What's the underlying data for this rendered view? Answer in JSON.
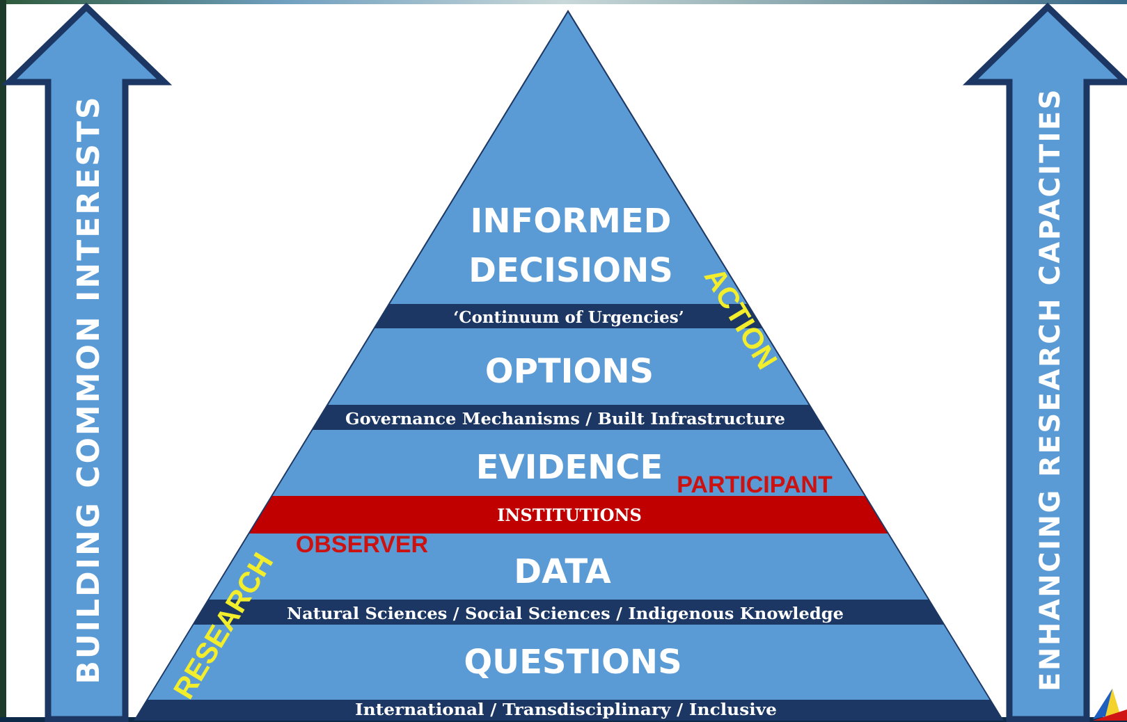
{
  "pyramid": {
    "levels": [
      {
        "title_lines": [
          "INFORMED",
          "DECISIONS"
        ],
        "band": "‘Continuum of Urgencies’"
      },
      {
        "title_lines": [
          "OPTIONS"
        ],
        "band": "Governance Mechanisms  /  Built Infrastructure"
      },
      {
        "title_lines": [
          "EVIDENCE"
        ],
        "band": "INSTITUTIONS"
      },
      {
        "title_lines": [
          "DATA"
        ],
        "band": "Natural Sciences   /  Social Sciences  /  Indigenous Knowledge"
      },
      {
        "title_lines": [
          "QUESTIONS"
        ],
        "band": "International  /  Transdisciplinary  /  Inclusive"
      }
    ],
    "side_labels": {
      "action": "ACTION",
      "research": "RESEARCH",
      "participant": "PARTICIPANT",
      "observer": "OBSERVER"
    }
  },
  "arrows": {
    "left": "BUILDING  COMMON  INTERESTS",
    "right": "ENHANCING RESEARCH CAPACITIES"
  },
  "colors": {
    "fill": "#5b9bd5",
    "dark": "#1c3763",
    "institutions": "#c00000",
    "yellow": "#f2ee2b",
    "red": "#cc1111"
  }
}
